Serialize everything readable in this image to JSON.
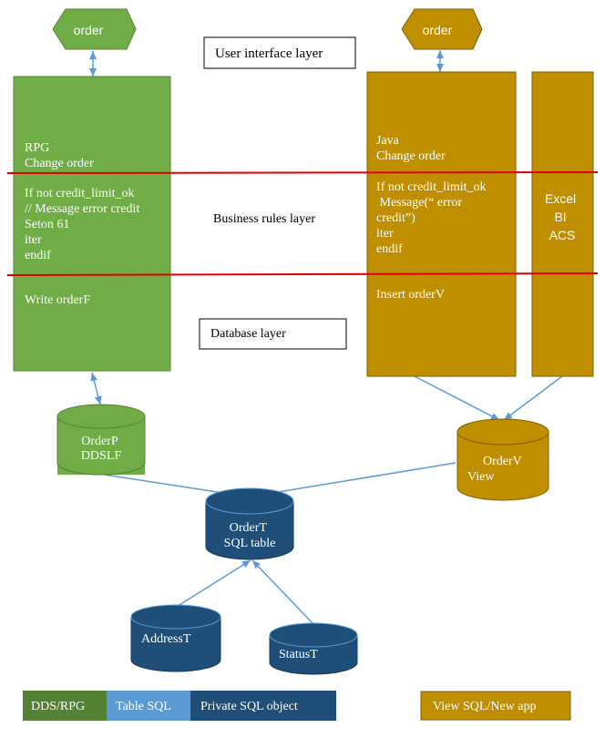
{
  "colors": {
    "green": "#70ad47",
    "green_dark": "#548235",
    "gold": "#bf8f00",
    "gold_dark": "#7f6000",
    "navy": "#1f4e79",
    "light_blue": "#5b9bd5",
    "red": "#e00000",
    "arrow": "#5b9bd5"
  },
  "ui": {
    "left_order": "order",
    "right_order": "order"
  },
  "layers": {
    "ui": "User interface layer",
    "business": "Business rules layer",
    "database": "Database layer"
  },
  "rpg_box": {
    "title": [
      "RPG",
      "Change order"
    ],
    "logic": [
      "If not credit_limit_ok",
      "// Message error credit",
      "Seton 61",
      "iter",
      "endif"
    ],
    "db": [
      "Write orderF"
    ]
  },
  "java_box": {
    "title": [
      "Java",
      "Change order"
    ],
    "logic": [
      "If not credit_limit_ok",
      " Message(“ error",
      "credit”)",
      "iter",
      "endif"
    ],
    "db": [
      "Insert orderV"
    ]
  },
  "excel_box": [
    "Excel",
    "BI",
    "ACS"
  ],
  "cylinders": {
    "orderp": [
      "OrderP",
      "DDSLF"
    ],
    "orderv": [
      "OrderV",
      "View"
    ],
    "ordert": [
      "OrderT",
      "SQL table"
    ],
    "addresst": [
      "AddressT"
    ],
    "statust": [
      "StatusT"
    ]
  },
  "legend": {
    "dds": "DDS/RPG",
    "table": "Table SQL",
    "private": "Private SQL object",
    "view": "View SQL/New app"
  }
}
